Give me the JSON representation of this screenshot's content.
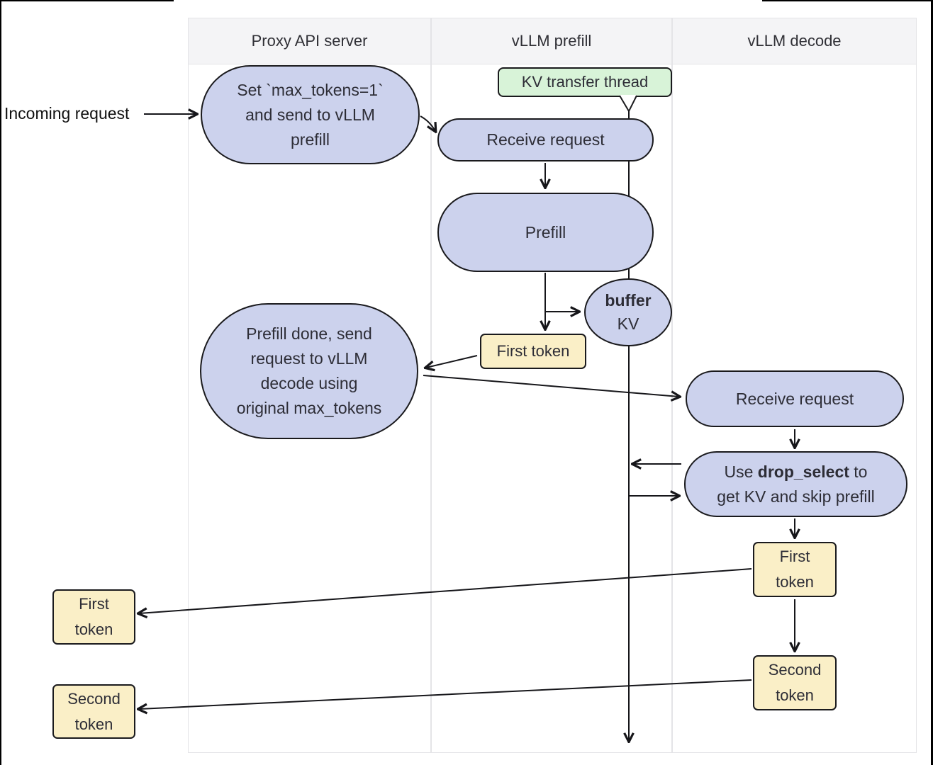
{
  "lanes": [
    {
      "label": "Proxy API server"
    },
    {
      "label": "vLLM prefill"
    },
    {
      "label": "vLLM decode"
    }
  ],
  "labels": {
    "incoming_request": "Incoming request"
  },
  "nodes": {
    "set_max_tokens": {
      "lines": [
        "Set `max_tokens=1`",
        "and send to vLLM",
        "prefill"
      ]
    },
    "kv_transfer_thread": {
      "label": "KV transfer thread"
    },
    "receive_request_prefill": {
      "label": "Receive request"
    },
    "prefill": {
      "label": "Prefill"
    },
    "buffer_kv": {
      "bold": "buffer",
      "label": "KV"
    },
    "first_token_prefill": {
      "label": "First token"
    },
    "prefill_done": {
      "lines": [
        "Prefill done, send",
        "request to vLLM",
        "decode using",
        "original max_tokens"
      ]
    },
    "receive_request_decode": {
      "label": "Receive request"
    },
    "drop_select": {
      "line1_prefix": "Use ",
      "line1_bold": "drop_select",
      "line1_suffix": " to",
      "line2": "get KV and skip prefill"
    },
    "first_token_decode": {
      "lines": [
        "First",
        "token"
      ]
    },
    "second_token_decode": {
      "lines": [
        "Second",
        "token"
      ]
    },
    "first_token_left": {
      "lines": [
        "First",
        "token"
      ]
    },
    "second_token_left": {
      "lines": [
        "Second",
        "token"
      ]
    }
  },
  "colors": {
    "node_fill": "#ccd2ed",
    "token_fill": "#faefc7",
    "thread_fill": "#d8f3d8",
    "border": "#1a1a1d",
    "lane_header_bg": "#f4f4f6",
    "lane_border": "#e4e4e7",
    "edge": "#16161a"
  }
}
